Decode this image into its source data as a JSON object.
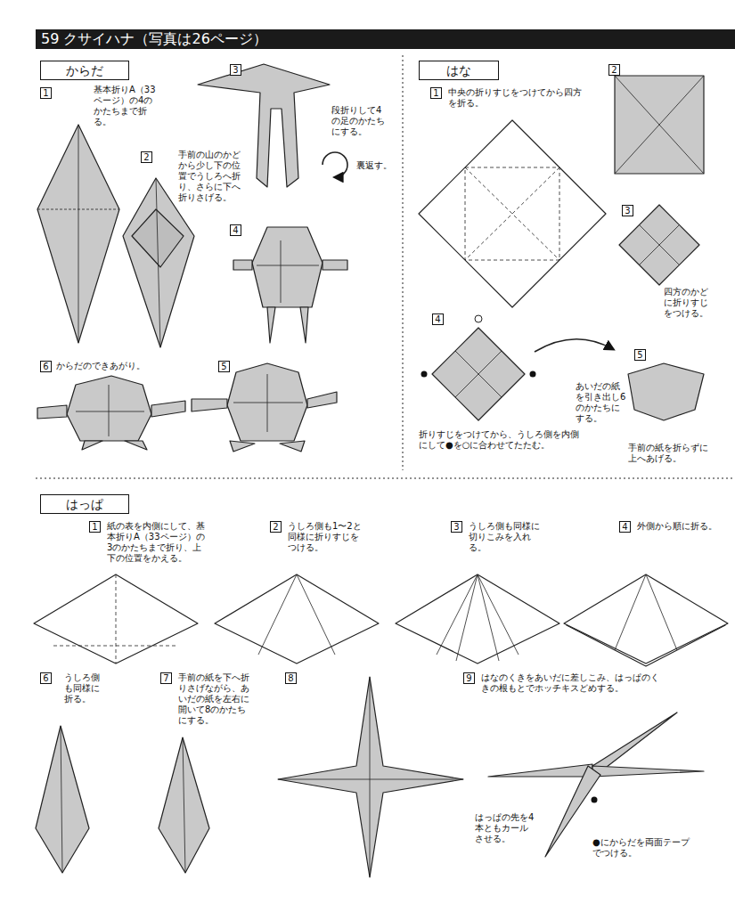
{
  "diagram": {
    "title": "59 クサイハナ（写真は26ページ）",
    "nodes": [
      {
        "text": [
          "からだ"
        ]
      },
      {
        "text": [
          "1"
        ]
      },
      {
        "text": [
          "2"
        ]
      },
      {
        "text": [
          "3"
        ]
      },
      {
        "text": [
          "4"
        ]
      },
      {
        "text": [
          "5"
        ]
      },
      {
        "text": [
          "6"
        ]
      },
      {
        "text": [
          "はな"
        ]
      },
      {
        "text": [
          "1"
        ]
      },
      {
        "text": [
          "2"
        ]
      },
      {
        "text": [
          "3"
        ]
      },
      {
        "text": [
          "4"
        ]
      },
      {
        "text": [
          "5"
        ]
      },
      {
        "text": [
          "はっぱ"
        ]
      },
      {
        "text": [
          "1"
        ]
      },
      {
        "text": [
          "2"
        ]
      },
      {
        "text": [
          "3"
        ]
      },
      {
        "text": [
          "4"
        ]
      },
      {
        "text": [
          "6"
        ]
      },
      {
        "text": [
          "7"
        ]
      },
      {
        "text": [
          "8"
        ]
      },
      {
        "text": [
          "9"
        ]
      }
    ],
    "labels": [
      "基本折りA（33ページ）の4のかたちまで折る。",
      "手前の山のかどから少し下の位置でうしろへ折り、さらに下へ折りさげる。",
      "段折りして4の足のかたちにする。",
      "裏返す。",
      "からだのできあがり。",
      "中央の折りすじをつけてから四方を折る。",
      "四方のかどに折りすじをつける。",
      "折りすじをつけてから、うしろ側を内側にして●を○に合わせてたたむ。",
      "あいだの紙を引き出し6のかたちにする。",
      "手前の紙を折らずに上へあげる。",
      "紙の表を内側にして、基本折りA（33ページ）の3のかたちまで折り、上下の位置をかえる。",
      "うしろ側も1〜2と同様に折りすじをつける。",
      "うしろ側も同様に切りこみを入れる。",
      "外側から順に折る。",
      "うしろ側も同様に折る。",
      "手前の紙を下へ折りさげながら、あいだの紙を左右に開いて8のかたちにする。",
      "はなのくきをあいだに差しこみ、はっぱのくきの根もとでホッチキスどめする。",
      "はっぱの先を4本ともカールさせる。",
      "●にからだを両面テープでつける。"
    ]
  }
}
